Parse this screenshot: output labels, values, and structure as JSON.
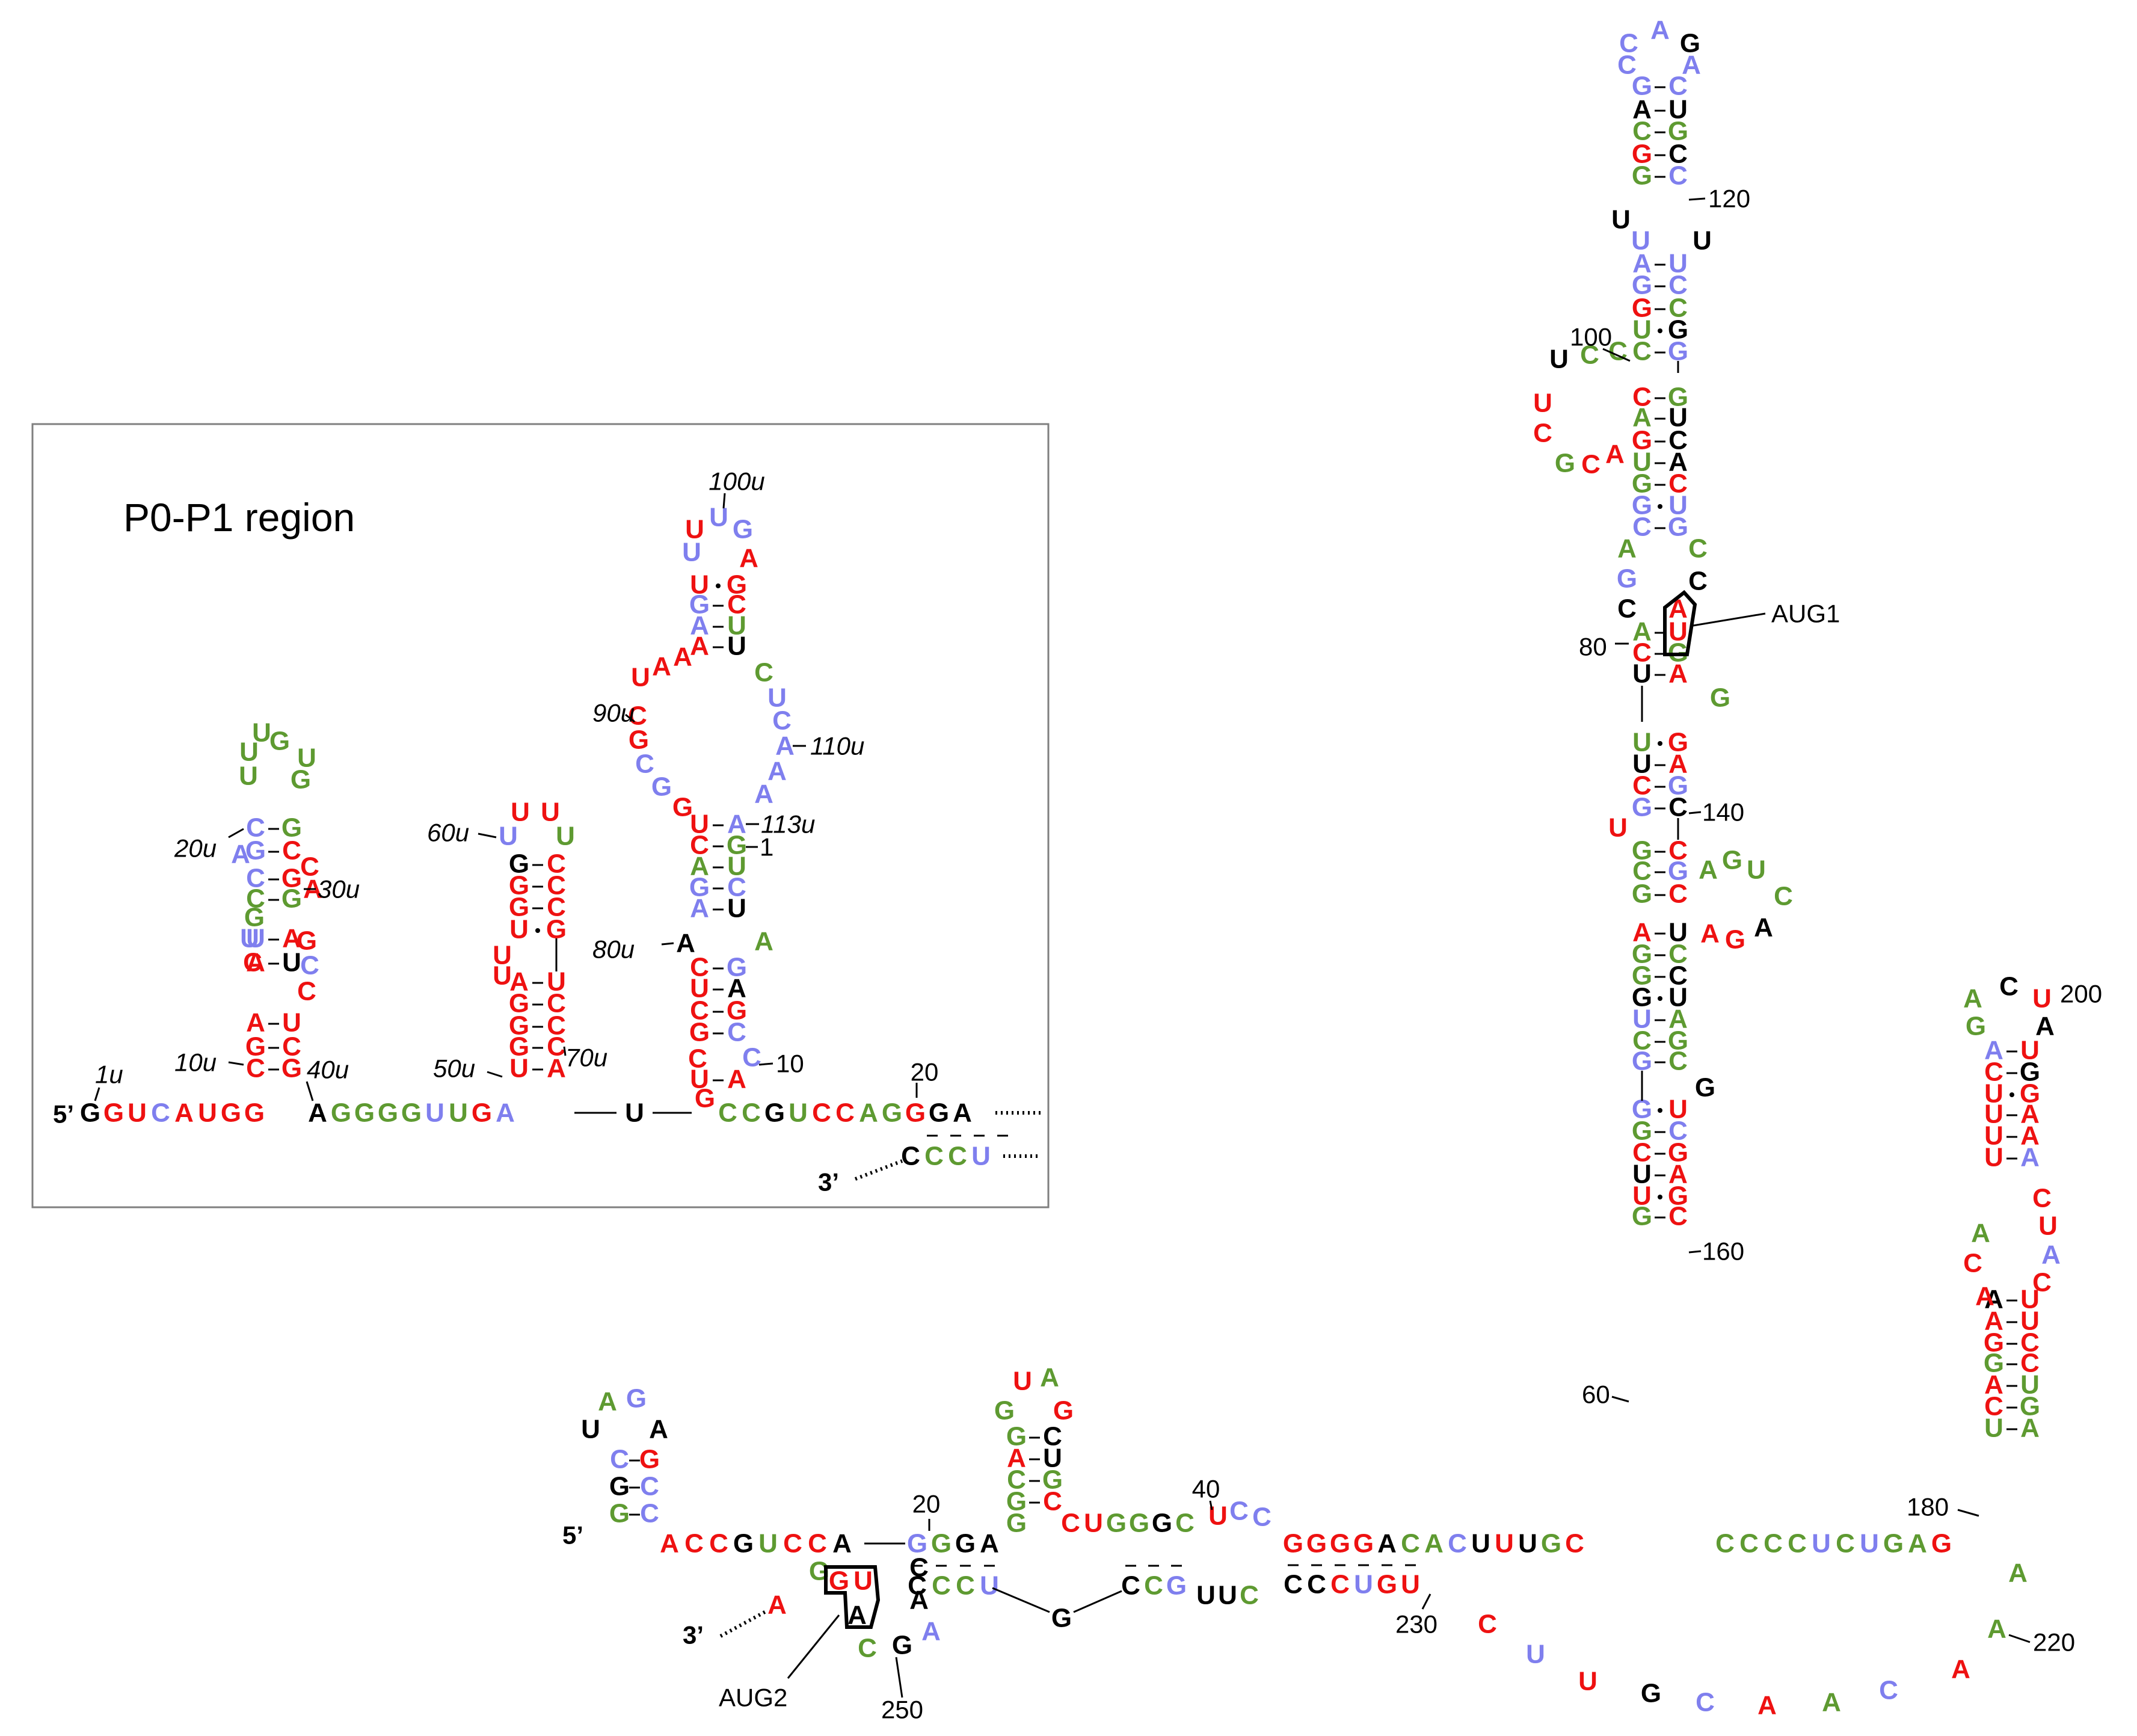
{
  "palette": {
    "A": "#000000",
    "U": "#000000",
    "G": "#000000",
    "C": "#000000",
    "red": "#ee1111",
    "green": "#5e9a31",
    "blue": "#7f7fee",
    "black": "#000000"
  },
  "inset": {
    "title": "P0-P1 region",
    "five_prime": "5’",
    "three_prime": "3’"
  },
  "main": {
    "five_prime": "5’",
    "three_prime": "3’",
    "aug1_label": "AUG1",
    "aug2_label": "AUG2"
  },
  "numbers": [
    {
      "id": "n120",
      "text": "120",
      "kind": "plain"
    },
    {
      "id": "n100",
      "text": "100",
      "kind": "plain"
    },
    {
      "id": "n80",
      "text": "80",
      "kind": "plain"
    },
    {
      "id": "n140",
      "text": "140",
      "kind": "plain"
    },
    {
      "id": "n160",
      "text": "160",
      "kind": "plain"
    },
    {
      "id": "n60",
      "text": "60",
      "kind": "plain"
    },
    {
      "id": "n200",
      "text": "200",
      "kind": "plain"
    },
    {
      "id": "n180",
      "text": "180",
      "kind": "plain"
    },
    {
      "id": "n220",
      "text": "220",
      "kind": "plain"
    },
    {
      "id": "n20m",
      "text": "20",
      "kind": "plain"
    },
    {
      "id": "n40m",
      "text": "40",
      "kind": "plain"
    },
    {
      "id": "n230",
      "text": "230",
      "kind": "plain"
    },
    {
      "id": "n250",
      "text": "250",
      "kind": "plain"
    },
    {
      "id": "n20i",
      "text": "20",
      "kind": "plain"
    },
    {
      "id": "n10i",
      "text": "10",
      "kind": "plain"
    },
    {
      "id": "n1i",
      "text": "1",
      "kind": "plain"
    },
    {
      "id": "u1",
      "text": "1u",
      "kind": "italic"
    },
    {
      "id": "u10",
      "text": "10u",
      "kind": "italic"
    },
    {
      "id": "u20",
      "text": "20u",
      "kind": "italic"
    },
    {
      "id": "u30",
      "text": "30u",
      "kind": "italic"
    },
    {
      "id": "u40",
      "text": "40u",
      "kind": "italic"
    },
    {
      "id": "u50",
      "text": "50u",
      "kind": "italic"
    },
    {
      "id": "u60",
      "text": "60u",
      "kind": "italic"
    },
    {
      "id": "u70",
      "text": "70u",
      "kind": "italic"
    },
    {
      "id": "u80",
      "text": "80u",
      "kind": "italic"
    },
    {
      "id": "u90",
      "text": "90u",
      "kind": "italic"
    },
    {
      "id": "u100",
      "text": "100u",
      "kind": "italic"
    },
    {
      "id": "u110",
      "text": "110u",
      "kind": "italic"
    },
    {
      "id": "u113",
      "text": "113u",
      "kind": "italic"
    }
  ],
  "main_stem": {
    "description": "",
    "hairpin_loop": [
      "C",
      "A",
      "G",
      "A",
      "C"
    ],
    "pairs": [
      [
        "G",
        "C",
        "-"
      ],
      [
        "A",
        "U",
        "-"
      ],
      [
        "C",
        "G",
        "-"
      ],
      [
        "G",
        "C",
        "-"
      ],
      [
        "G",
        "C",
        "-"
      ],
      [
        "A",
        "U",
        "-"
      ],
      [
        "G",
        "C",
        "-"
      ],
      [
        "G",
        "C",
        "-"
      ],
      [
        "U",
        "G",
        "·"
      ],
      [
        "C",
        "G",
        "-"
      ],
      [
        "C",
        "G",
        "-"
      ],
      [
        "A",
        "U",
        "-"
      ],
      [
        "G",
        "C",
        "-"
      ],
      [
        "U",
        "A",
        "-"
      ],
      [
        "G",
        "C",
        "-"
      ],
      [
        "G",
        "U",
        "·"
      ],
      [
        "C",
        "G",
        "-"
      ],
      [
        "A",
        "U",
        "-"
      ],
      [
        "C",
        "G",
        "-"
      ],
      [
        "U",
        "A",
        "-"
      ],
      [
        "U",
        "G",
        "·"
      ],
      [
        "U",
        "A",
        "-"
      ],
      [
        "C",
        "G",
        "-"
      ],
      [
        "G",
        "C",
        "-"
      ],
      [
        "G",
        "C",
        "-"
      ],
      [
        "C",
        "G",
        "-"
      ],
      [
        "G",
        "C",
        "-"
      ],
      [
        "A",
        "U",
        "-"
      ],
      [
        "G",
        "C",
        "-"
      ],
      [
        "G",
        "C",
        "-"
      ],
      [
        "G",
        "U",
        "·"
      ],
      [
        "U",
        "A",
        "-"
      ],
      [
        "C",
        "G",
        "-"
      ],
      [
        "G",
        "C",
        "-"
      ],
      [
        "G",
        "U",
        "·"
      ],
      [
        "G",
        "C",
        "-"
      ],
      [
        "C",
        "G",
        "-"
      ],
      [
        "U",
        "A",
        "-"
      ],
      [
        "U",
        "G",
        "·"
      ],
      [
        "G",
        "C",
        "-"
      ]
    ]
  },
  "right_stem": {
    "pairs": [
      [
        "A",
        "U",
        "-"
      ],
      [
        "C",
        "G",
        "-"
      ],
      [
        "U",
        "G",
        "·"
      ],
      [
        "U",
        "A",
        "-"
      ],
      [
        "U",
        "A",
        "-"
      ],
      [
        "U",
        "A",
        "-"
      ],
      [
        "A",
        "U",
        "-"
      ],
      [
        "A",
        "U",
        "-"
      ],
      [
        "G",
        "C",
        "-"
      ],
      [
        "G",
        "C",
        "-"
      ],
      [
        "A",
        "U",
        "-"
      ],
      [
        "C",
        "G",
        "-"
      ],
      [
        "U",
        "A",
        "-"
      ]
    ]
  },
  "left_hairpin": {
    "pairs": [
      [
        "C",
        "G",
        "-"
      ],
      [
        "G",
        "C",
        "-"
      ],
      [
        "G",
        "C",
        "-"
      ]
    ]
  },
  "middle_hairpin": {
    "pairs": [
      [
        "G",
        "C",
        "-"
      ],
      [
        "A",
        "U",
        "-"
      ],
      [
        "C",
        "G",
        "-"
      ],
      [
        "G",
        "C",
        "-"
      ]
    ]
  },
  "inset_stem1": {
    "pairs": [
      [
        "C",
        "G",
        "-"
      ],
      [
        "G",
        "C",
        "-"
      ],
      [
        "C",
        "G",
        "-"
      ],
      [
        "C",
        "G",
        "-"
      ],
      [
        "U",
        "A",
        "-"
      ],
      [
        "A",
        "U",
        "-"
      ],
      [
        "G",
        "C",
        "-"
      ],
      [
        "C",
        "G",
        "-"
      ]
    ]
  },
  "inset_stem2": {
    "pairs": [
      [
        "G",
        "C",
        "-"
      ],
      [
        "G",
        "C",
        "-"
      ],
      [
        "G",
        "C",
        "-"
      ],
      [
        "U",
        "G",
        "·"
      ],
      [
        "A",
        "U",
        "-"
      ],
      [
        "G",
        "C",
        "-"
      ],
      [
        "G",
        "C",
        "-"
      ],
      [
        "G",
        "C",
        "-"
      ],
      [
        "U",
        "A",
        "-"
      ]
    ]
  },
  "inset_stem3": {
    "pairs": [
      [
        "U",
        "G",
        "·"
      ],
      [
        "G",
        "C",
        "-"
      ],
      [
        "A",
        "U",
        "-"
      ],
      [
        "A",
        "U",
        "-"
      ],
      [
        "U",
        "A",
        "-"
      ],
      [
        "C",
        "G",
        "-"
      ],
      [
        "A",
        "U",
        "-"
      ],
      [
        "G",
        "C",
        "-"
      ],
      [
        "A",
        "U",
        "-"
      ],
      [
        "C",
        "G",
        "-"
      ],
      [
        "U",
        "A",
        "-"
      ],
      [
        "C",
        "G",
        "-"
      ],
      [
        "G",
        "C",
        "-"
      ],
      [
        "U",
        "A",
        "-"
      ]
    ]
  }
}
